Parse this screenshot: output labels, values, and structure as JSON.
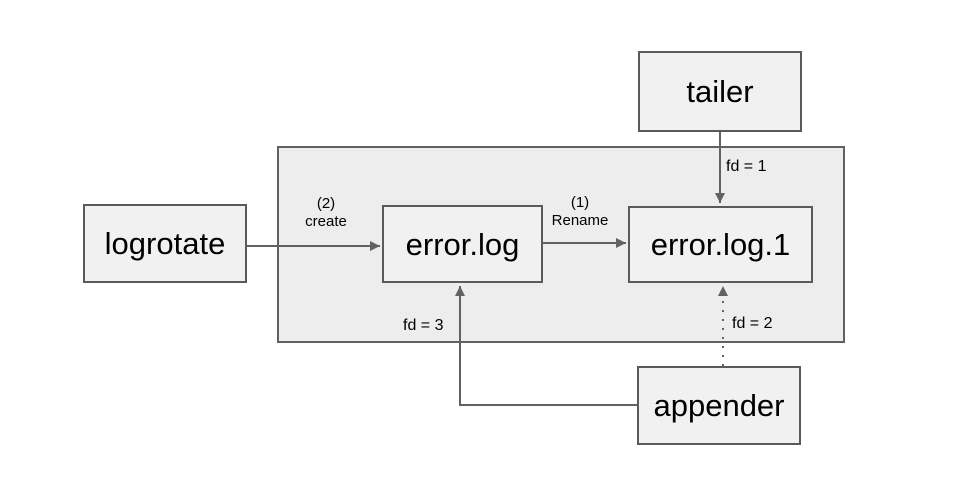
{
  "diagram": {
    "nodes": {
      "tailer": {
        "label": "tailer"
      },
      "logrotate": {
        "label": "logrotate"
      },
      "error_log": {
        "label": "error.log"
      },
      "error_log_1": {
        "label": "error.log.1"
      },
      "appender": {
        "label": "appender"
      }
    },
    "edge_labels": {
      "create_step": "(2)",
      "create_action": "create",
      "rename_step": "(1)",
      "rename_action": "Rename",
      "fd1": "fd = 1",
      "fd2": "fd = 2",
      "fd3": "fd = 3"
    },
    "colors": {
      "background": "#ffffff",
      "node_fill": "#f1f1f1",
      "node_border": "#5a5a5a",
      "container_fill": "#ededed",
      "container_border": "#616161",
      "edge": "#616161",
      "text": "#000000"
    }
  }
}
